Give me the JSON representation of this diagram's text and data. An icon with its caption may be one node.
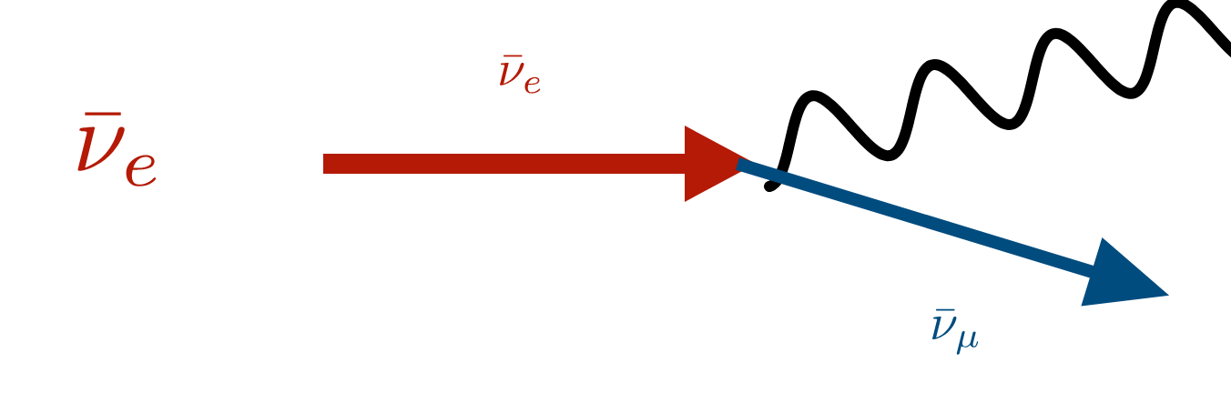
{
  "diagram": {
    "labels": [
      "\\bar{\\nu}_e",
      "\\bar{\\nu}_e",
      "\\bar{\\nu}_\\mu"
    ]
  }
}
